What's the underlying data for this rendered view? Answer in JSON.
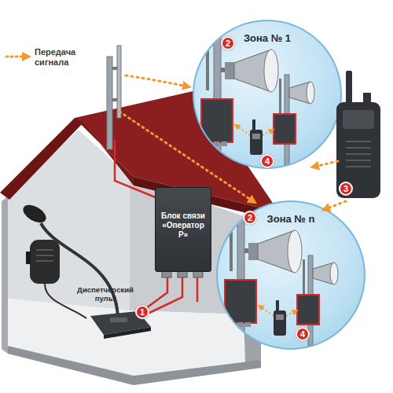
{
  "diagram": {
    "nodes": [
      {
        "text": [
          "Зона № 1"
        ]
      },
      {
        "text": [
          "Блок связи «Оператор Р»"
        ]
      },
      {
        "text": [
          "Зона № n"
        ]
      }
    ],
    "labels": [
      "Диспетчерский пульт",
      "1",
      "2",
      "2",
      "3",
      "4",
      "4"
    ],
    "legend": [
      {
        "text": "Передача сигнала"
      }
    ]
  }
}
